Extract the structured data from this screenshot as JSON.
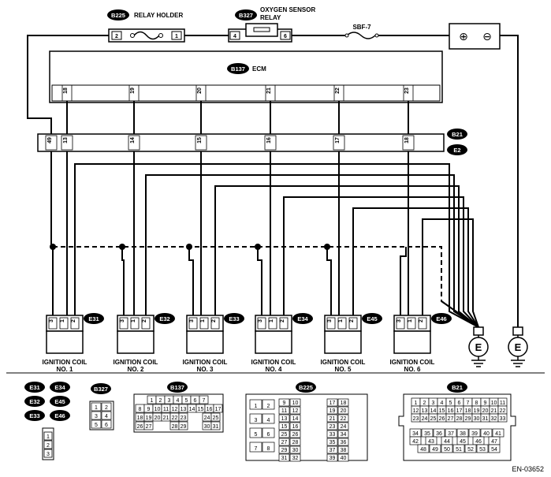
{
  "relay_holder": {
    "tag": "B225",
    "name": "RELAY HOLDER",
    "pin_left": "2",
    "pin_right": "1"
  },
  "oxygen_relay": {
    "tag": "B327",
    "name_line1": "OXYGEN SENSOR",
    "name_line2": "RELAY",
    "pin_left": "4",
    "pin_right": "6"
  },
  "fuse": {
    "name": "SBF-7"
  },
  "ecm": {
    "tag": "B137",
    "name": "ECM",
    "pins": [
      "18",
      "19",
      "20",
      "21",
      "22",
      "23"
    ]
  },
  "harness_connectors": {
    "top": "B21",
    "bottom": "E2",
    "pins": [
      "49",
      "13",
      "14",
      "15",
      "16",
      "17",
      "18"
    ]
  },
  "coils": [
    {
      "tag": "E31",
      "line1": "IGNITION COIL",
      "line2": "NO. 1",
      "pins": [
        "3",
        "1",
        "2"
      ]
    },
    {
      "tag": "E32",
      "line1": "IGNITION COIL",
      "line2": "NO. 2",
      "pins": [
        "3",
        "1",
        "2"
      ]
    },
    {
      "tag": "E33",
      "line1": "IGNITION COIL",
      "line2": "NO. 3",
      "pins": [
        "3",
        "1",
        "2"
      ]
    },
    {
      "tag": "E34",
      "line1": "IGNITION COIL",
      "line2": "NO. 4",
      "pins": [
        "3",
        "1",
        "2"
      ]
    },
    {
      "tag": "E45",
      "line1": "IGNITION COIL",
      "line2": "NO. 5",
      "pins": [
        "3",
        "1",
        "2"
      ]
    },
    {
      "tag": "E46",
      "line1": "IGNITION COIL",
      "line2": "NO. 6",
      "pins": [
        "3",
        "1",
        "2"
      ]
    }
  ],
  "grounds": [
    "E",
    "E"
  ],
  "battery": {
    "plus": "⊕",
    "minus": "⊖"
  },
  "legend": {
    "coil_tags": [
      "E31",
      "E34",
      "E32",
      "E45",
      "E33",
      "E46"
    ],
    "coil_pins": [
      "1",
      "2",
      "3"
    ],
    "b327": {
      "tag": "B327",
      "rows": [
        [
          "1",
          "2"
        ],
        [
          "3",
          "4"
        ],
        [
          "5",
          "6"
        ]
      ]
    },
    "b137": {
      "tag": "B137",
      "rows": [
        [
          "1",
          "2",
          "3",
          "4",
          "5",
          "6",
          "7"
        ],
        [
          "8",
          "9",
          "10",
          "11",
          "12",
          "13",
          "14",
          "15",
          "16",
          "17"
        ],
        [
          "18",
          "19",
          "20",
          "21",
          "22",
          "23",
          "24",
          "25"
        ],
        [
          "26",
          "27",
          "28",
          "29",
          "30",
          "31"
        ]
      ]
    },
    "b225": {
      "tag": "B225",
      "left": [
        "1",
        "2",
        "3",
        "4",
        "5",
        "6",
        "7",
        "8"
      ],
      "mid": [
        "9",
        "10",
        "11",
        "12",
        "13",
        "14",
        "15",
        "16",
        "25",
        "26",
        "27",
        "28",
        "29",
        "30",
        "31",
        "32"
      ],
      "right": [
        "17",
        "18",
        "19",
        "20",
        "21",
        "22",
        "23",
        "24",
        "33",
        "34",
        "35",
        "36",
        "37",
        "38",
        "39",
        "40"
      ]
    },
    "b21": {
      "tag": "B21",
      "rows": [
        [
          "1",
          "2",
          "3",
          "4",
          "5",
          "6",
          "7",
          "8",
          "9",
          "10",
          "11"
        ],
        [
          "12",
          "13",
          "14",
          "15",
          "16",
          "17",
          "18",
          "19",
          "20",
          "21",
          "22"
        ],
        [
          "23",
          "24",
          "25",
          "26",
          "27",
          "28",
          "29",
          "30",
          "31",
          "32",
          "33"
        ],
        [
          "34",
          "35",
          "36",
          "37",
          "38",
          "39",
          "40",
          "41"
        ],
        [
          "42",
          "43",
          "44",
          "45",
          "46",
          "47"
        ],
        [
          "48",
          "49",
          "50",
          "51",
          "52",
          "53",
          "54"
        ]
      ]
    }
  },
  "figure_code": "EN-03652"
}
